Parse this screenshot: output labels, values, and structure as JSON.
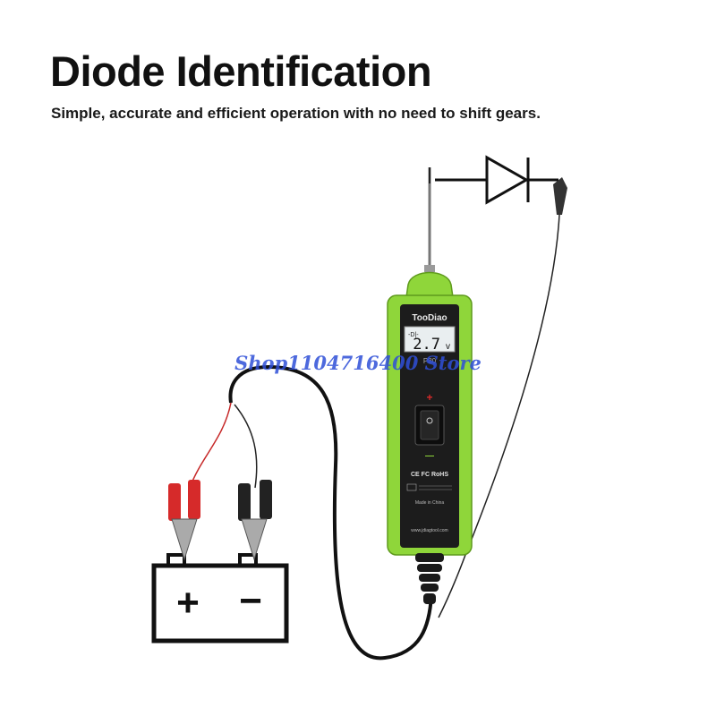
{
  "heading": {
    "title": "Diode Identification",
    "subtitle": "Simple, accurate and efficient operation with no need to shift gears."
  },
  "device": {
    "brand": "TooDiao",
    "model": "P80",
    "display_value": "2.7",
    "display_unit": "v",
    "display_symbol": "-D|-",
    "switch_plus": "+",
    "switch_minus": "—",
    "certifications": "CE FC RoHS",
    "made_in": "Made in China",
    "website": "www.jdiagtool.com"
  },
  "battery": {
    "plus_symbol": "+",
    "minus_symbol": "−"
  },
  "watermark": "Shop1104716400 Store",
  "colors": {
    "device_green": "#8fd63a",
    "device_dark": "#1c1c1c",
    "red_clip": "#d62a2a",
    "black_clip": "#222222",
    "watermark": "#2f4fd8"
  },
  "icons": [
    "diode-symbol-icon",
    "battery-icon",
    "alligator-clip-icon"
  ]
}
